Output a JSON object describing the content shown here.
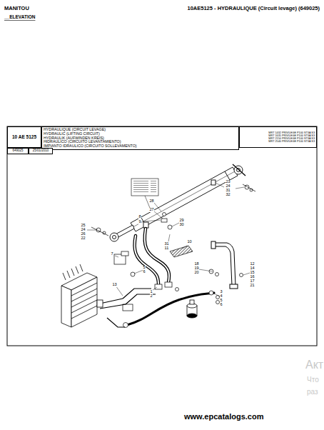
{
  "diagram": {
    "title": "10AE5125 - HYDRAULIQUE (Circuit levage) (649025)",
    "nodes": [
      {
        "text": [
          "10 AE 5125"
        ]
      },
      {
        "text": [
          "HYDRAULIQUE (CIRCUIT LEVAGE)",
          "HYDRAULIC (LIFTING CIRCUIT)",
          "HYDRAULIK (AUFWINDEN KREIS)",
          "HIDRAULICO (CIRCUITO LEVANTAMIENTO)",
          "IMPIANTO IDRAULICO (CIRCUITO SOLLEVAMENTO)"
        ]
      },
      {
        "text": [
          "MRT 1432 PRIVILEGE P100 ST3A S3",
          "MRT 1635 PRIVILEGE P100 ST3A S3",
          "MRT 2150 PRIVILEGE P100 ST3A S3",
          "MRT 2540 PRIVILEGE P100 ST3A S3"
        ]
      },
      {
        "text": [
          "649025"
        ]
      },
      {
        "text": [
          "25/01/2010"
        ]
      }
    ],
    "labels": [
      "MANITOU",
      "__ELEVATION",
      "www.epcatalogs.com",
      "Акт",
      "Что",
      "раз",
      "23",
      "24",
      "31",
      "32",
      "28",
      "27",
      "8",
      "9",
      "29",
      "30",
      "25",
      "24",
      "26",
      "22",
      "31",
      "11",
      "10",
      "18",
      "19",
      "20",
      "12",
      "14",
      "15",
      "16",
      "17",
      "21",
      "7",
      "13",
      "5",
      "6",
      "1",
      "2",
      "3",
      "4",
      "5",
      "6"
    ]
  }
}
